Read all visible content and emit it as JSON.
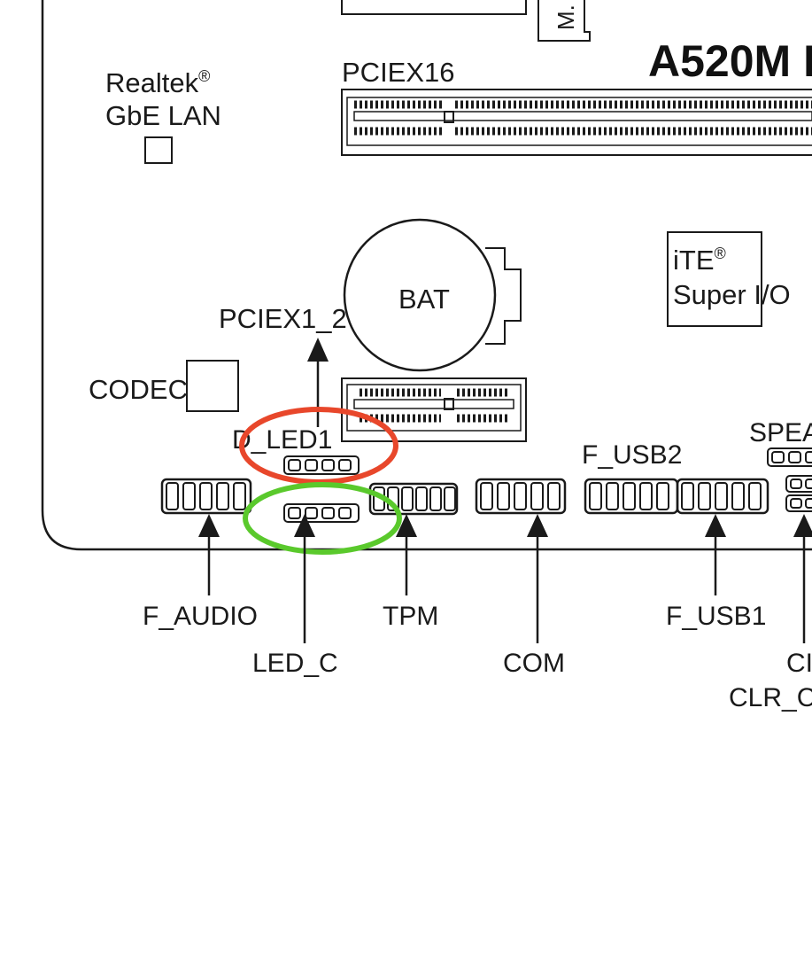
{
  "board": {
    "model_partial": "A520M H",
    "m2_partial": "M."
  },
  "labels": {
    "realtek_1": "Realtek",
    "realtek_reg": "®",
    "realtek_2": "GbE LAN",
    "pciex16": "PCIEX16",
    "bat": "BAT",
    "ite": "iTE",
    "ite_reg": "®",
    "superio": "Super I/O",
    "pciex1_2": "PCIEX1_2",
    "codec": "CODEC",
    "d_led1": "D_LED1",
    "f_usb2": "F_USB2",
    "speaker_partial": "SPEA",
    "f_audio": "F_AUDIO",
    "led_c": "LED_C",
    "tpm": "TPM",
    "com": "COM",
    "f_usb1": "F_USB1",
    "ci_partial": "CI",
    "clr_partial": "CLR_C"
  },
  "highlights": {
    "red_color": "#e8472b",
    "green_color": "#5ac92c"
  }
}
